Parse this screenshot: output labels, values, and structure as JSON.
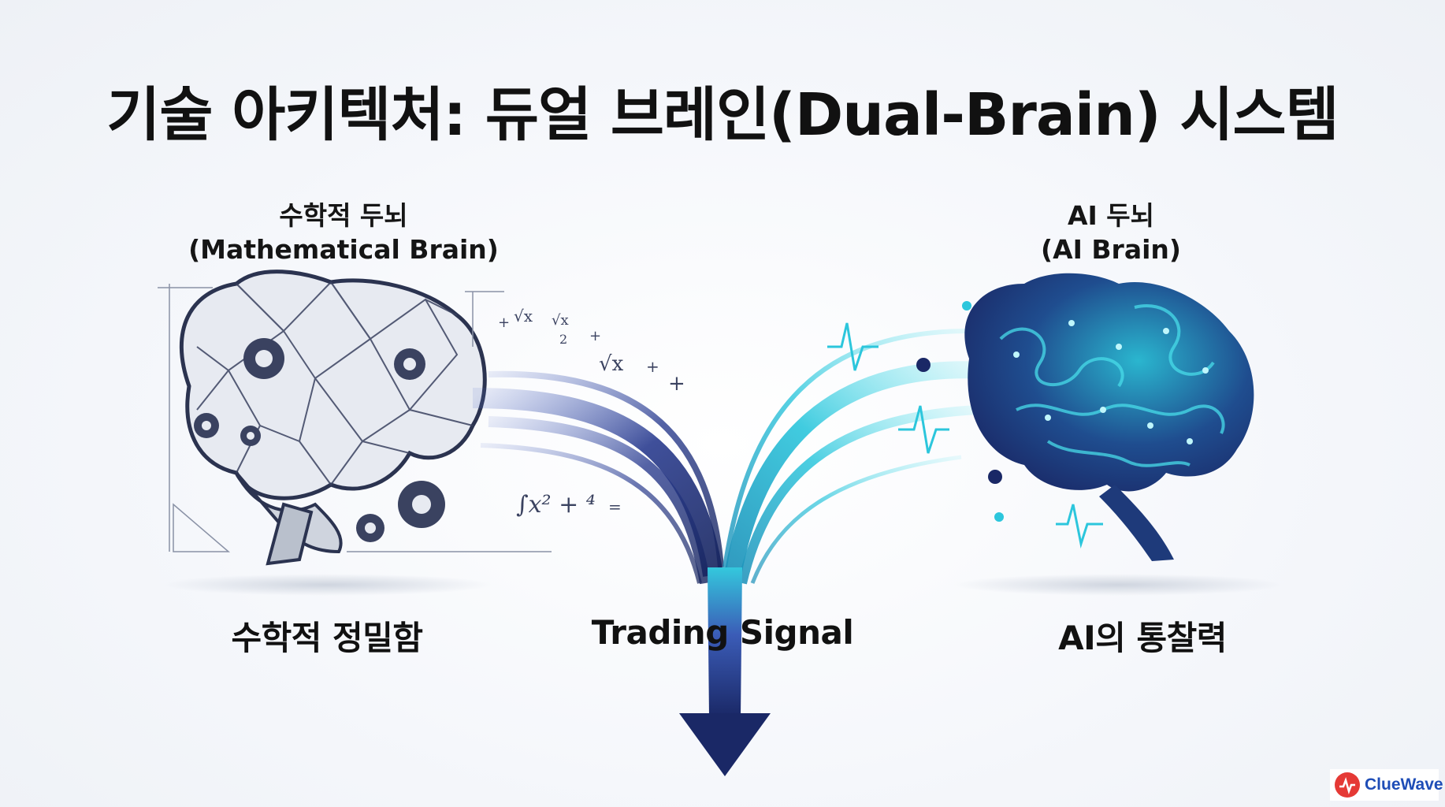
{
  "title": "기술 아키텍처: 듀얼 브레인(Dual-Brain) 시스템",
  "left_brain": {
    "label_ko": "수학적 두뇌",
    "label_en": "(Mathematical Brain)",
    "caption": "수학적 정밀함"
  },
  "right_brain": {
    "label_ko": "AI 두뇌",
    "label_en": "(AI Brain)",
    "caption": "AI의 통찰력"
  },
  "center": {
    "caption": "Trading Signal"
  },
  "logo": {
    "text": "ClueWave"
  },
  "icons": [
    "geometric-brain-icon",
    "gear-icon",
    "neural-brain-icon",
    "arrow-down-icon",
    "logo-wave-icon"
  ],
  "colors": {
    "navy": "#1b2a6b",
    "cyan": "#2fd0e0",
    "accent_red": "#e53935"
  }
}
